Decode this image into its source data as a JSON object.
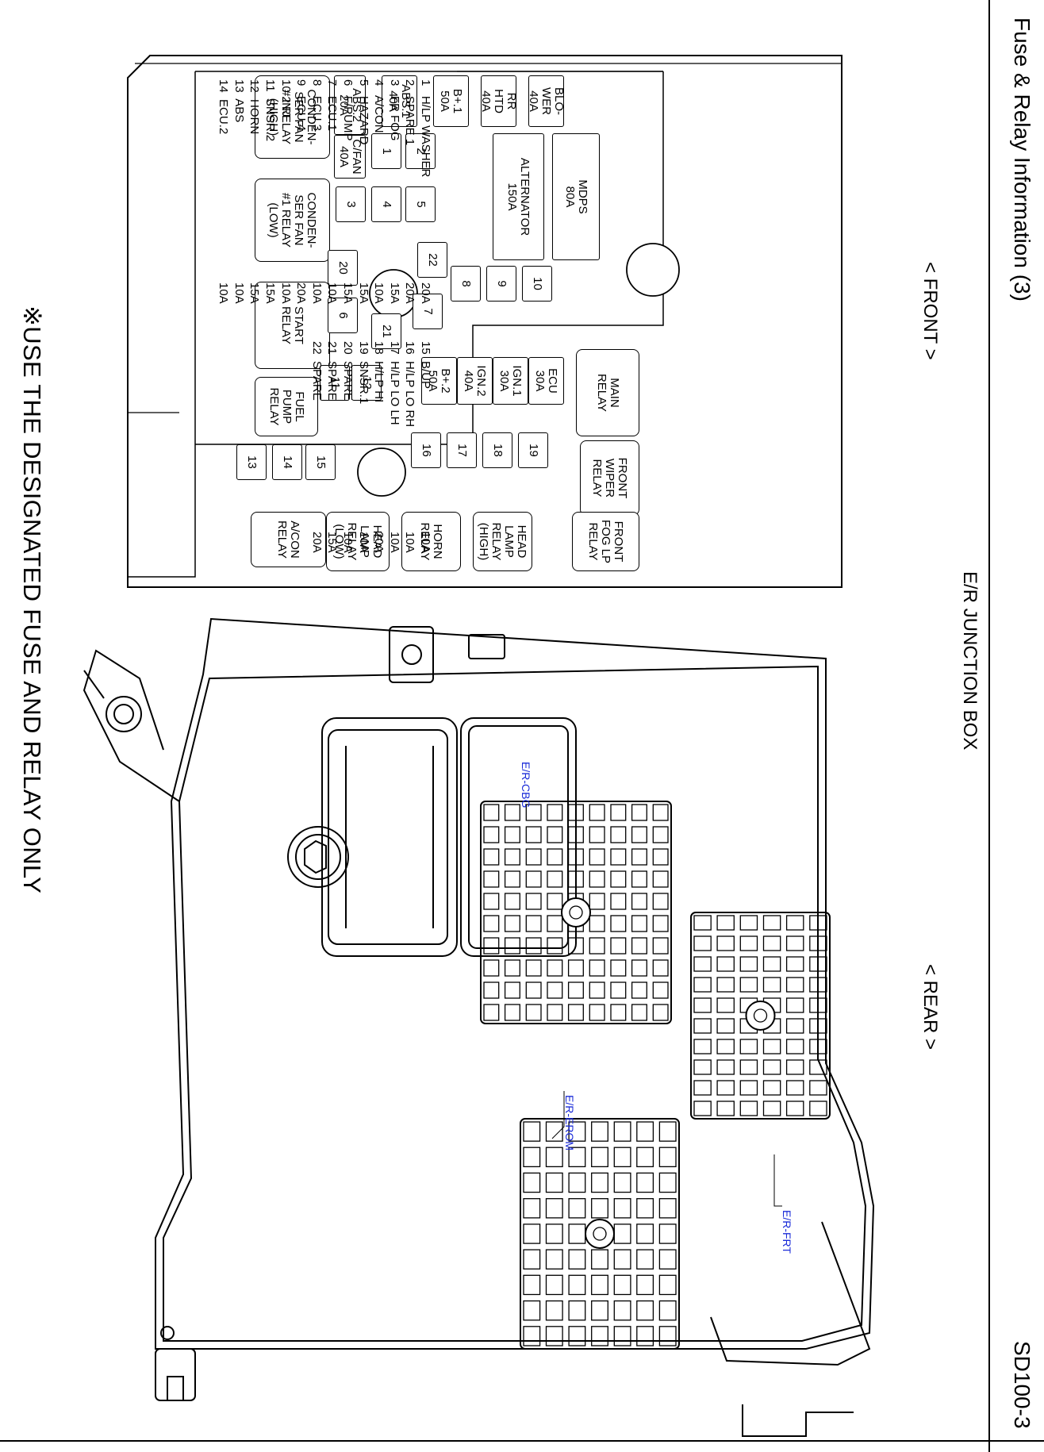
{
  "header": {
    "title": "Fuse & Relay Information (3)",
    "page_code": "SD100-3"
  },
  "headings": {
    "front": "< FRONT >",
    "rear": "< REAR >",
    "junction_box": "E/R JUNCTION BOX"
  },
  "fuse_box": {
    "components": [
      {
        "id": "condenser-fan-2-relay",
        "label": "CONDEN-\nSER FAN\n#2 RELAY\n(HIGH)"
      },
      {
        "id": "condenser-fan-1-relay",
        "label": "CONDEN-\nSER FAN\n#1 RELAY\n(LOW)"
      },
      {
        "id": "start-relay",
        "label": "START\nRELAY"
      },
      {
        "id": "fuel-pump-relay",
        "label": "FUEL\nPUMP\nRELAY"
      },
      {
        "id": "ac-relay",
        "label": "A/CON\nRELAY"
      },
      {
        "id": "abs2-fuse",
        "label": "ABS.2\n20A"
      },
      {
        "id": "cfan-fuse",
        "label": "C/FAN\n40A"
      },
      {
        "id": "abs1-fuse",
        "label": "ABS.1\n40A"
      },
      {
        "id": "bplus1-fuse",
        "label": "B+.1\n50A"
      },
      {
        "id": "rr-htd-fuse",
        "label": "RR\nHTD\n40A"
      },
      {
        "id": "blower-fuse",
        "label": "BLO-\nWER\n40A"
      },
      {
        "id": "alternator-fuse",
        "label": "ALTERNATOR\n150A"
      },
      {
        "id": "mdps-fuse",
        "label": "MDPS\n80A"
      },
      {
        "id": "bplus2-fuse",
        "label": "B+.2\n50A"
      },
      {
        "id": "ign2-fuse",
        "label": "IGN.2\n40A"
      },
      {
        "id": "ign1-fuse",
        "label": "IGN.1\n30A"
      },
      {
        "id": "ecu-fuse",
        "label": "ECU\n30A"
      },
      {
        "id": "main-relay",
        "label": "MAIN\nRELAY"
      },
      {
        "id": "front-wiper-relay",
        "label": "FRONT\nWIPER\nRELAY"
      },
      {
        "id": "front-fog-relay",
        "label": "FRONT\nFOG LP\nRELAY"
      },
      {
        "id": "head-lamp-relay-low",
        "label": "HEAD\nLAMP\nRELAY\n(LOW)"
      },
      {
        "id": "horn-relay",
        "label": "HORN\nRELAY"
      },
      {
        "id": "head-lamp-relay-high",
        "label": "HEAD\nLAMP\nRELAY\n(HIGH)"
      }
    ],
    "fuse_slots": [
      "1",
      "2",
      "3",
      "4",
      "5",
      "6",
      "7",
      "8",
      "9",
      "10",
      "11",
      "12",
      "13",
      "14",
      "15",
      "16",
      "17",
      "18",
      "19",
      "20",
      "21",
      "22"
    ]
  },
  "legend": {
    "left_names": "1   H/LP WASHER\n2   SPARE 1\n3   FR FOG\n4   A/CON\n5   HAZARD\n6   F/PUMP\n7   ECU.1\n8   ECU.3\n9   ECU.4\n10  INJ\n11  SNSR.2\n12  HORN\n13  ABS\n14  ECU.2",
    "left_ratings": "20A\n20A\n15A\n10A\n15A\n15A\n10A\n10A\n20A\n10A\n15A\n15A\n10A\n10A",
    "right_names": "15  B/UP\n16  H/LP LO RH\n17  H/LP LO LH\n18  H/LP HI\n19  SNSR.1\n20  SPARE\n21  SPARE\n22  SPARE",
    "right_ratings": "10A\n10A\n10A\n20A\n10A\n10A\n15A\n20A"
  },
  "connectors": {
    "cbg": "E/R-CBG",
    "erom": "E/R-EROM",
    "frt": "E/R-FRT"
  },
  "colors": {
    "connector_label": "#1a2bd8",
    "line": "#000000"
  },
  "note": "※USE THE DESIGNATED FUSE AND RELAY ONLY"
}
